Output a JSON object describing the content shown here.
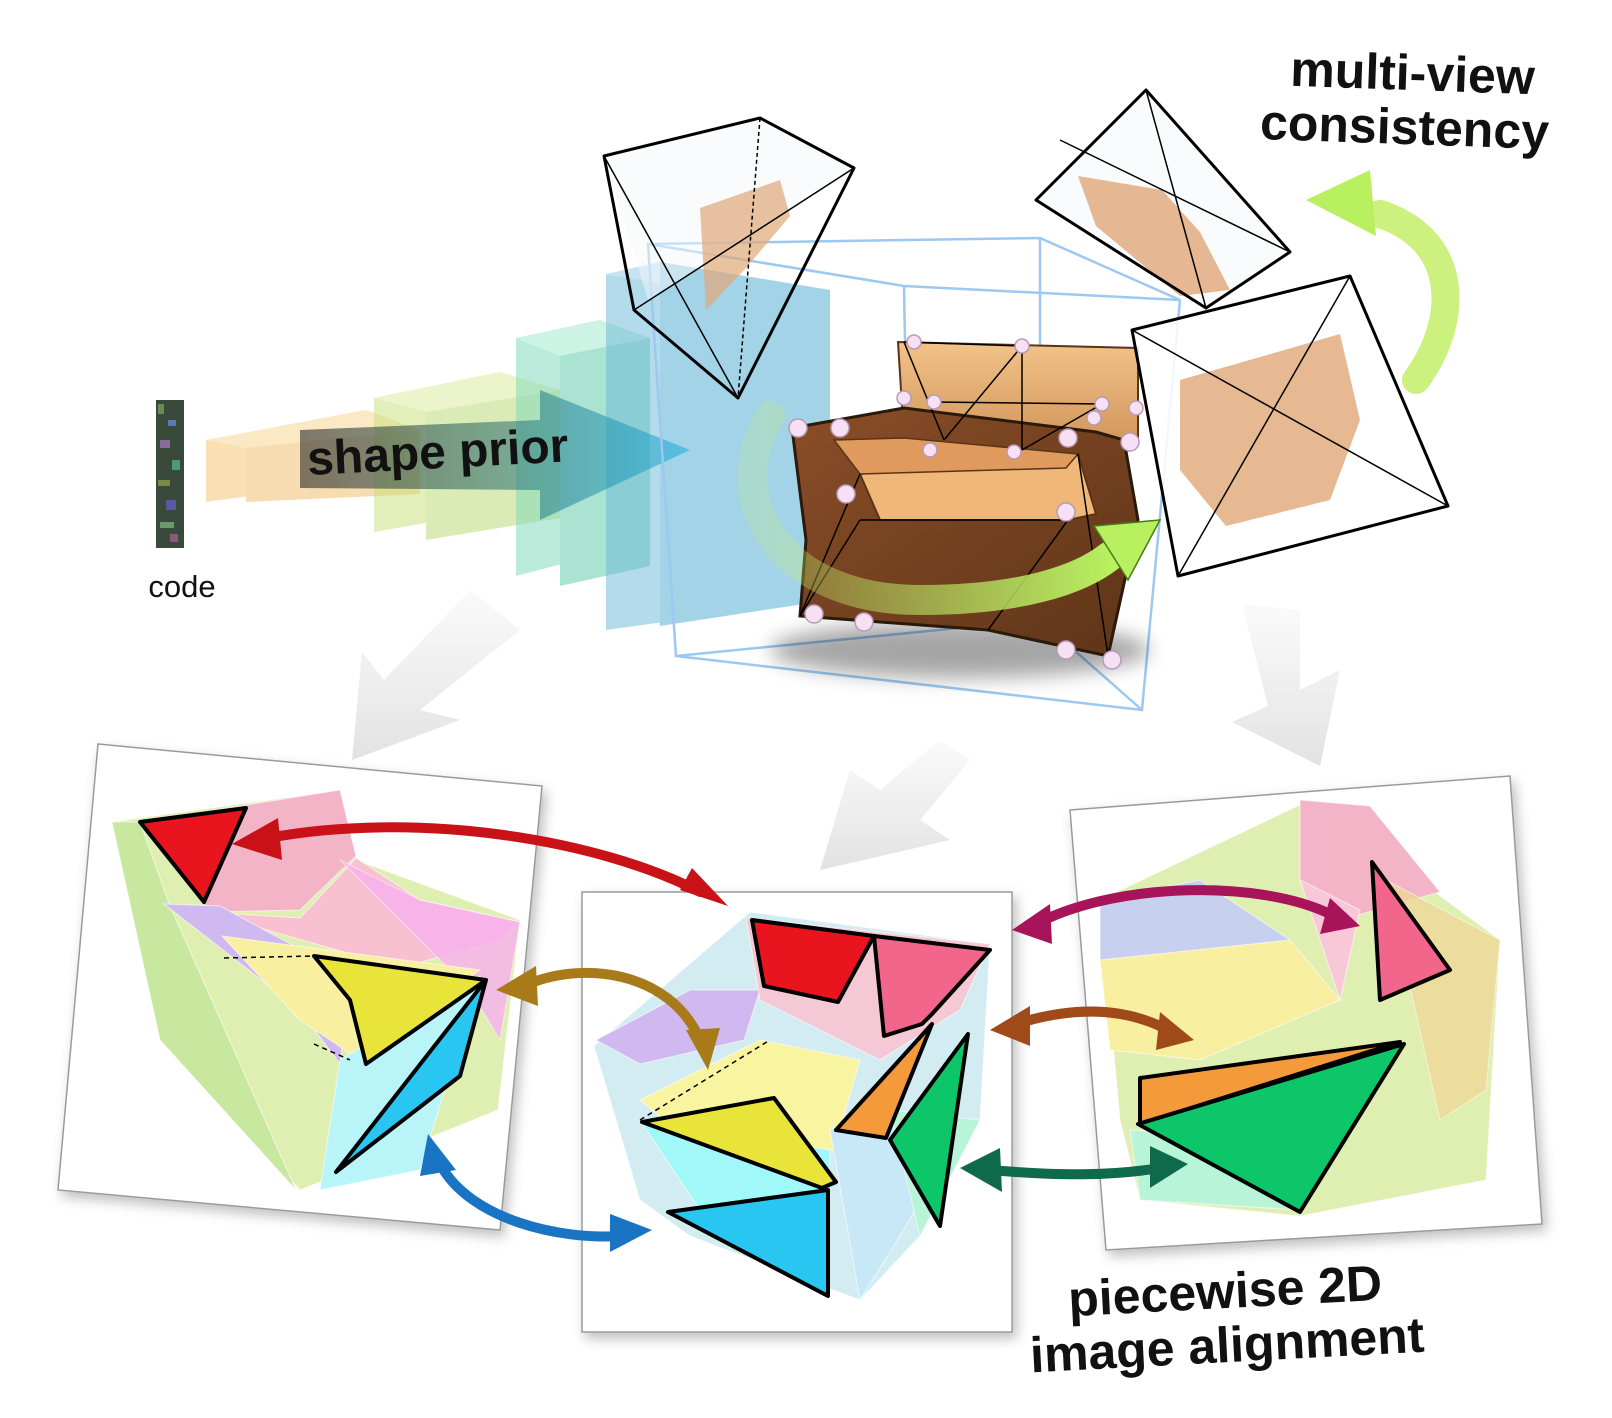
{
  "labels": {
    "code": "code",
    "shape_prior": "shape prior",
    "multi_view": [
      "multi-view",
      "consistency"
    ],
    "alignment": [
      "piecewise 2D",
      "image alignment"
    ]
  },
  "colors": {
    "red": "#e8141e",
    "yellow": "#e8e43a",
    "cyan": "#2ac6f2",
    "pink": "#f2668c",
    "orange": "#f59a3a",
    "green": "#0ec66a",
    "arrow_red": "#c81218",
    "arrow_gold": "#a87a1a",
    "arrow_blue": "#1a74c4",
    "arrow_magenta": "#a8145a",
    "arrow_brown": "#a04a1a",
    "arrow_dgreen": "#0e6a4a",
    "flow_green": "#b8f060",
    "chair_brown": "#b8713a"
  }
}
